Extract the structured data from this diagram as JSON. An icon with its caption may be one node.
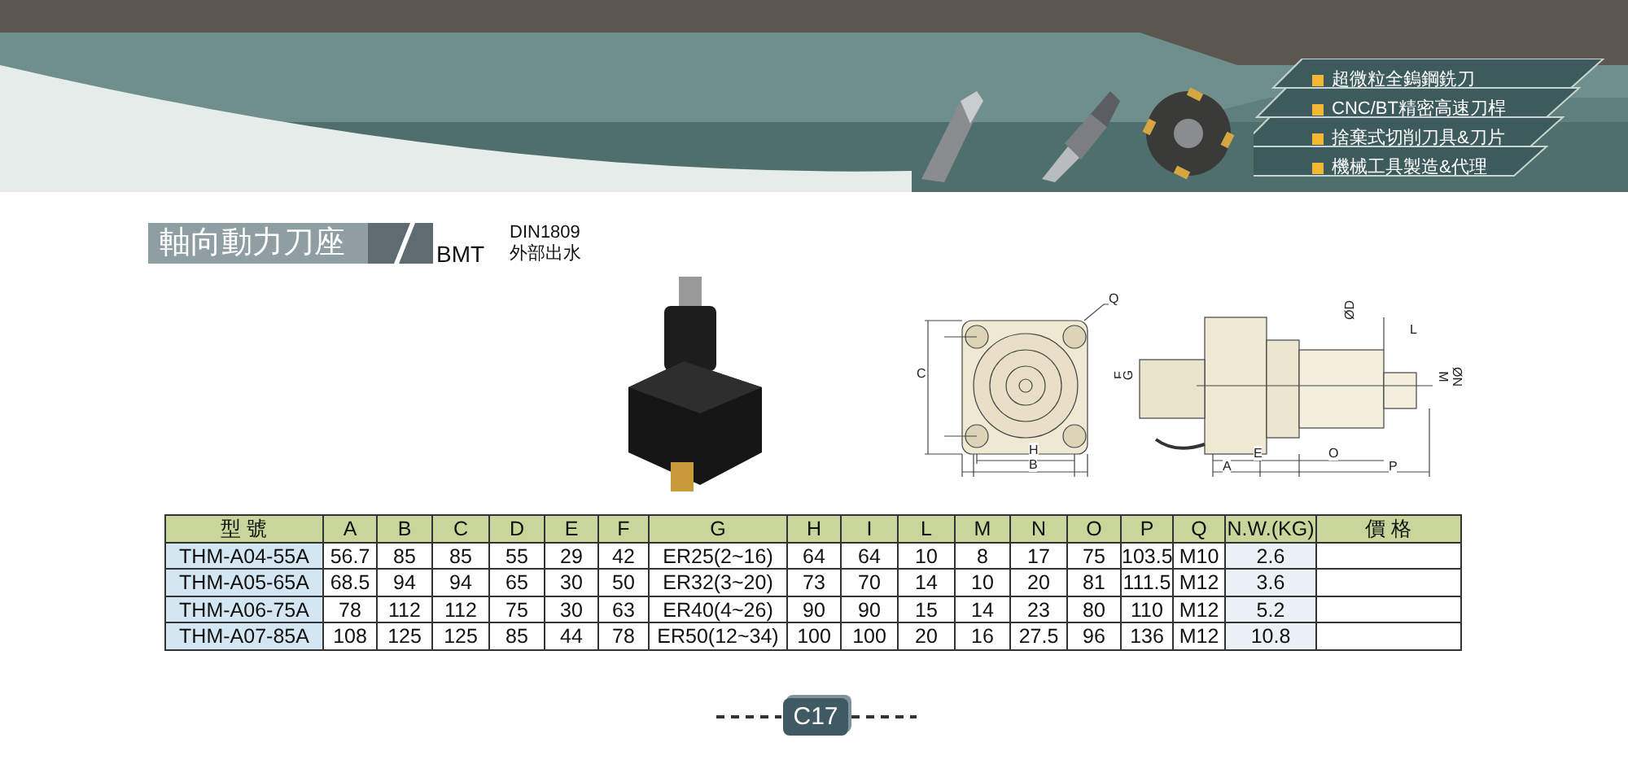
{
  "diagram": {
    "title": "軸向動力刀座",
    "labels": [
      "超微粒全鎢鋼銑刀",
      "CNC/BT精密高速刀桿",
      "捨棄式切削刀具&刀片",
      "機械工具製造&代理",
      "BMT",
      "DIN1809",
      "外部出水",
      "Q",
      "C",
      "H",
      "B",
      "ØD",
      "F",
      "G",
      "L",
      "M",
      "ØN",
      "E",
      "O",
      "A",
      "P",
      "型 號",
      "A",
      "B",
      "C",
      "D",
      "E",
      "F",
      "G",
      "H",
      "I",
      "L",
      "M",
      "N",
      "O",
      "P",
      "Q",
      "N.W.(KG)",
      "價 格",
      "THM-A04-55A",
      "56.7",
      "85",
      "85",
      "55",
      "29",
      "42",
      "ER25(2~16)",
      "64",
      "64",
      "10",
      "8",
      "17",
      "75",
      "103.5",
      "M10",
      "2.6",
      "THM-A05-65A",
      "68.5",
      "94",
      "94",
      "65",
      "30",
      "50",
      "ER32(3~20)",
      "73",
      "70",
      "14",
      "10",
      "20",
      "81",
      "111.5",
      "M12",
      "3.6",
      "THM-A06-75A",
      "78",
      "112",
      "112",
      "75",
      "30",
      "63",
      "ER40(4~26)",
      "90",
      "90",
      "15",
      "14",
      "23",
      "80",
      "110",
      "M12",
      "5.2",
      "THM-A07-85A",
      "108",
      "125",
      "125",
      "85",
      "44",
      "78",
      "ER50(12~34)",
      "100",
      "100",
      "20",
      "16",
      "27.5",
      "96",
      "136",
      "M12",
      "10.8",
      "C17"
    ]
  }
}
